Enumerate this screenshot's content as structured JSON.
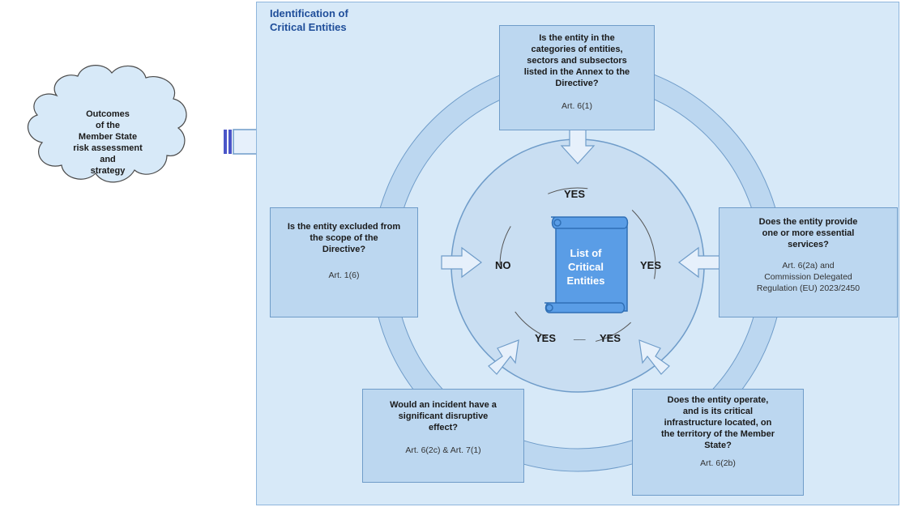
{
  "cloud": {
    "text": "Outcomes\nof the\nMember State\nrisk assessment\nand\nstrategy"
  },
  "panel": {
    "title": "Identification of\nCritical Entities"
  },
  "center": {
    "text": "List of\nCritical\nEntities"
  },
  "labels": {
    "top": "YES",
    "left": "NO",
    "right": "YES",
    "bottom_left": "YES",
    "bottom_dash": "__",
    "bottom_right": "YES"
  },
  "boxes": {
    "top": {
      "question": "Is the entity in the\ncategories of entities,\nsectors and subsectors\nlisted in the Annex to the\nDirective?",
      "ref": "Art. 6(1)"
    },
    "left": {
      "question": "Is the entity excluded from\nthe scope of the\nDirective?",
      "ref": "Art. 1(6)"
    },
    "right": {
      "question": "Does the entity provide\none or more essential\nservices?",
      "ref": "Art. 6(2a) and\nCommission Delegated\nRegulation (EU) 2023/2450"
    },
    "bottom_left": {
      "question": "Would an incident have a\nsignificant disruptive\neffect?",
      "ref": "Art. 6(2c) & Art. 7(1)"
    },
    "bottom_right": {
      "question": "Does the entity operate,\nand is its critical\ninfrastructure located, on\nthe territory of the Member\nState?",
      "ref": "Art. 6(2b)"
    }
  },
  "colors": {
    "panel": "#d7e9f8",
    "ring": "#bcd7f0",
    "inner": "#c9def2",
    "scroll": "#5a9de6",
    "title": "#1f4e9a"
  }
}
